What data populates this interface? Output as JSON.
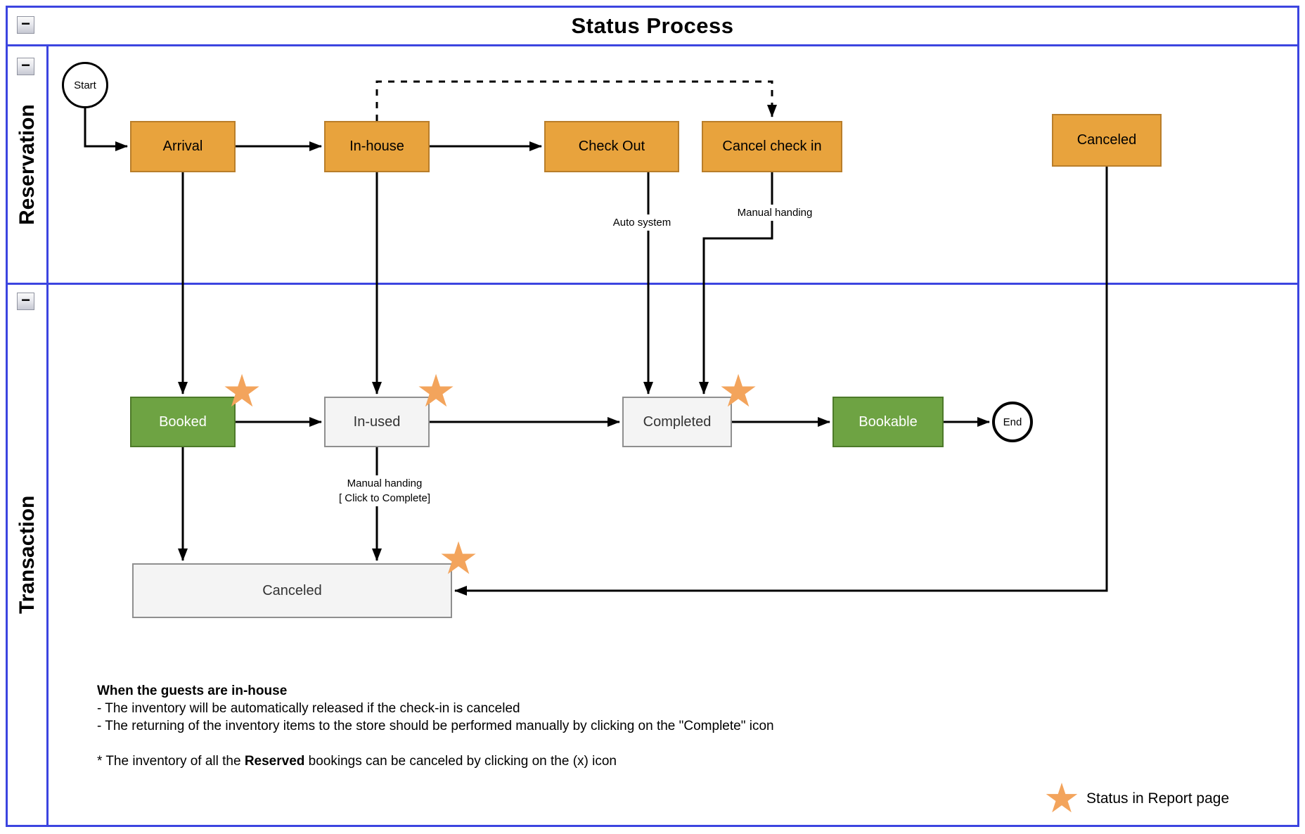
{
  "title": "Status Process",
  "icons": {
    "collapse": "−",
    "star": "★"
  },
  "lanes": [
    {
      "label": "Reservation"
    },
    {
      "label": "Transaction"
    }
  ],
  "nodes": {
    "start": {
      "label": "Start"
    },
    "arrival": {
      "label": "Arrival"
    },
    "in_house": {
      "label": "In-house"
    },
    "check_out": {
      "label": "Check Out"
    },
    "cancel_check_in": {
      "label": "Cancel check in"
    },
    "canceled_reservation": {
      "label": "Canceled"
    },
    "booked": {
      "label": "Booked"
    },
    "in_used": {
      "label": "In-used"
    },
    "completed": {
      "label": "Completed"
    },
    "bookable": {
      "label": "Bookable"
    },
    "end": {
      "label": "End"
    },
    "canceled_transaction": {
      "label": "Canceled"
    }
  },
  "edge_labels": {
    "auto_system": "Auto system",
    "manual_handing_check_in": "Manual handing",
    "manual_handing_in_used": "Manual handing",
    "click_to_complete": "[ Click to Complete]"
  },
  "notes": {
    "heading": "When the guests are in-house",
    "line1": "- The inventory will be automatically released if the check-in is canceled",
    "line2": "- The returning of the inventory items to the store should be performed manually by clicking on the \"Complete\" icon",
    "footnote_prefix": "* The inventory of all the ",
    "footnote_bold": "Reserved",
    "footnote_suffix": " bookings can be canceled by clicking on the (x) icon"
  },
  "legend": {
    "label": "Status in Report page"
  },
  "colors": {
    "lane-border": "#3c45e0",
    "node-orange": "#e8a33d",
    "node-orange-border": "#b97e2a",
    "node-green": "#6ea343",
    "node-green-border": "#4d7a29",
    "node-gray": "#f4f4f4",
    "node-gray-border": "#8f8f8f",
    "star": "#f3a45c"
  }
}
